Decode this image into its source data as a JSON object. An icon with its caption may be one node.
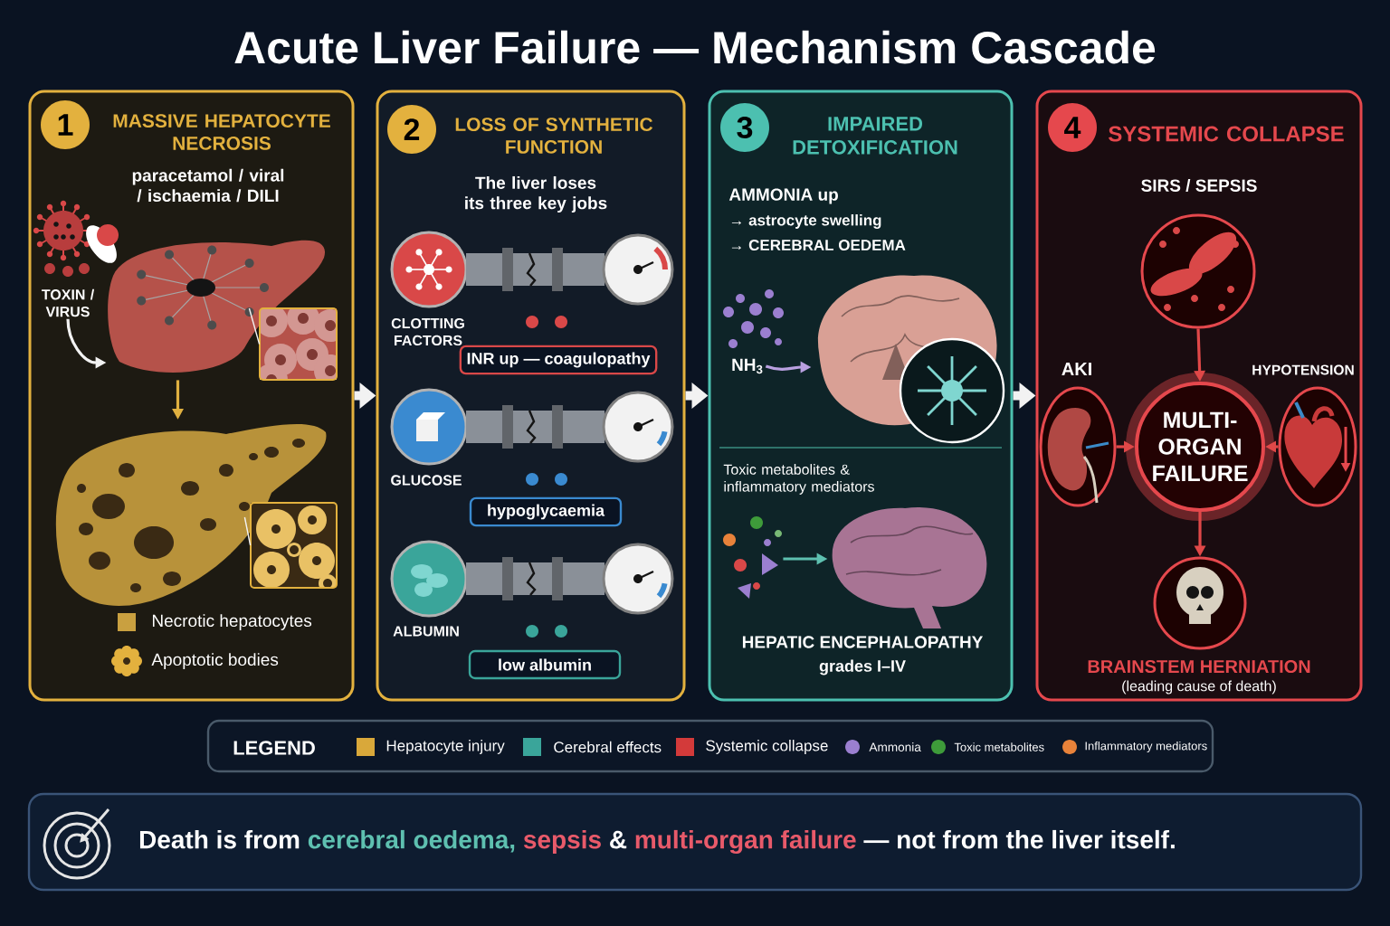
{
  "diagram": {
    "title": "Acute Liver Failure — Mechanism Cascade",
    "nodes": [
      {
        "text": [
          "MASSIVE HEPATOCYTE NECROSIS",
          "paracetamol / viral / ischaemia / DILI"
        ]
      },
      {
        "text": [
          "1"
        ],
        "in": 0
      },
      {
        "text": [
          "TOXIN / VIRUS"
        ],
        "in": 0
      },
      {
        "text": [],
        "shape": "picture",
        "in": 0
      },
      {
        "text": [],
        "shape": "picture",
        "in": 0
      },
      {
        "text": [
          "LOSS OF SYNTHETIC FUNCTION",
          "The liver loses its three key jobs"
        ]
      },
      {
        "text": [
          "2"
        ],
        "in": 5
      },
      {
        "text": [
          "CLOTTING FACTORS"
        ],
        "in": 5
      },
      {
        "text": [
          "INR up — coagulopathy"
        ],
        "in": 5
      },
      {
        "text": [
          "GLUCOSE"
        ],
        "in": 5
      },
      {
        "text": [
          "hypoglycaemia"
        ],
        "in": 5
      },
      {
        "text": [
          "ALBUMIN"
        ],
        "in": 5
      },
      {
        "text": [
          "low albumin"
        ],
        "in": 5
      },
      {
        "text": [
          "IMPAIRED DETOXIFICATION",
          "AMMONIA up",
          "→ astrocyte swelling",
          "→ CEREBRAL OEDEMA"
        ]
      },
      {
        "text": [
          "3"
        ],
        "in": 13
      },
      {
        "text": [
          "NH$_{3}$"
        ],
        "in": 13
      },
      {
        "text": [],
        "shape": "picture",
        "in": 13
      },
      {
        "text": [],
        "shape": "picture",
        "in": 13
      },
      {
        "text": [
          "HEPATIC ENCEPHALOPATHY",
          "grades I–IV"
        ],
        "in": 13
      },
      {
        "text": [
          "SYSTEMIC COLLAPSE"
        ]
      },
      {
        "text": [
          "4"
        ],
        "in": 19
      },
      {
        "text": [
          "SIRS / SEPSIS"
        ],
        "in": 19
      },
      {
        "text": [
          "AKI"
        ],
        "in": 19
      },
      {
        "text": [
          "MULTI- ORGAN FAILURE"
        ],
        "in": 19
      },
      {
        "text": [
          "HYPOTENSION"
        ],
        "in": 19
      },
      {
        "text": [
          "BRAINSTEM HERNIATION",
          "(leading cause of death)"
        ],
        "in": 19
      },
      {
        "text": [
          "Death is from",
          "cerebral oedema,",
          "sepsis",
          "&",
          "multi-organ failure",
          "— not from the liver itself."
        ]
      },
      {
        "text": [],
        "shape": "picture",
        "in": 0
      },
      {
        "text": [],
        "shape": "picture",
        "in": 0
      }
    ],
    "edges": [
      {
        "from": 2,
        "to": 3,
        "arrow": "to"
      },
      {
        "from": 3,
        "to": 4,
        "arrow": "to",
        "color": "#e0b040"
      },
      {
        "from": 0,
        "to": 5,
        "arrow": "to",
        "style": "thick"
      },
      {
        "from": 5,
        "to": 13,
        "arrow": "to",
        "style": "thick"
      },
      {
        "from": 13,
        "to": 19,
        "arrow": "to",
        "style": "thick"
      },
      {
        "from": 15,
        "to": 16,
        "arrow": "to",
        "color": "#b9a0e0"
      },
      {
        "from": 17,
        "to": 18,
        "arrow": "to",
        "color": "#5ec0b0"
      },
      {
        "from": 21,
        "to": 23,
        "arrow": "to",
        "color": "#e04848"
      },
      {
        "from": 22,
        "to": 23,
        "arrow": "to",
        "color": "#e04848"
      },
      {
        "from": 24,
        "to": 23,
        "arrow": "to",
        "color": "#e04848"
      },
      {
        "from": 23,
        "to": 25,
        "arrow": "to",
        "color": "#e04848"
      },
      {
        "from": 3,
        "to": 27,
        "arrow": "none"
      },
      {
        "from": 4,
        "to": 28,
        "arrow": "none"
      }
    ],
    "labels": [
      "Toxic metabolites & inflammatory mediators",
      "LEGEND"
    ],
    "legend": [
      {
        "text": "Necrotic hepatocytes",
        "color": "#c9a040"
      },
      {
        "text": "Apoptotic bodies"
      },
      {
        "text": "Hepatocyte injury",
        "color": "#d9a83a"
      },
      {
        "text": "Cerebral effects",
        "color": "#3aa59a"
      },
      {
        "text": "Systemic collapse",
        "color": "#d33a3a"
      },
      {
        "text": "Ammonia",
        "color": "#9b7fd0"
      },
      {
        "text": "Toxic metabolites",
        "color": "#3e9b3a"
      },
      {
        "text": "Inflammatory mediators",
        "color": "#e8823a"
      }
    ]
  }
}
